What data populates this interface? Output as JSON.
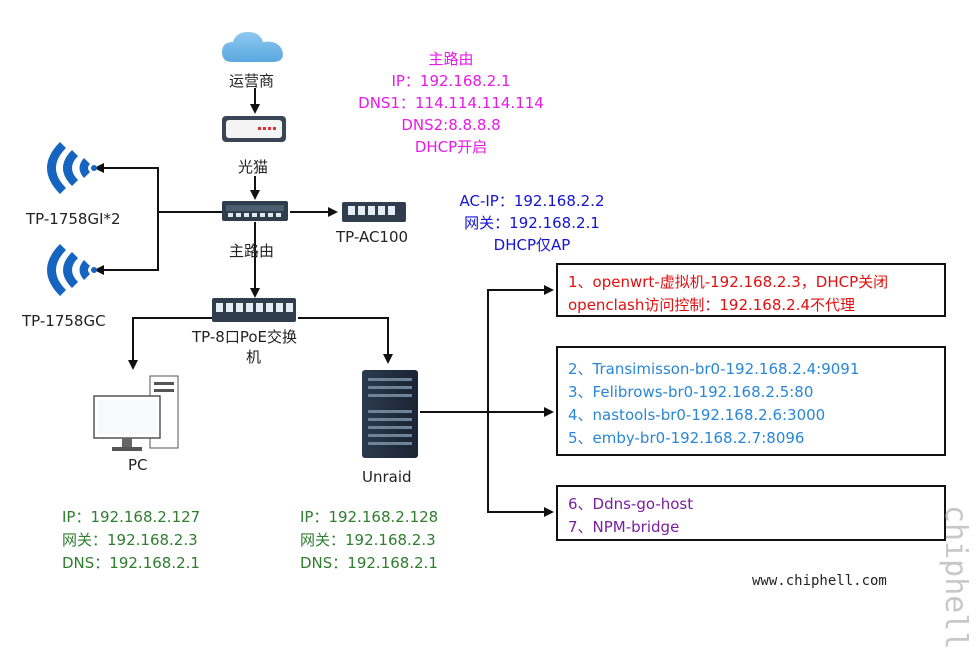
{
  "isp": {
    "label": "运营商"
  },
  "modem": {
    "label": "光猫"
  },
  "main_router": {
    "label": "主路由"
  },
  "ap_left_top": {
    "label": "TP-1758GI*2"
  },
  "ap_left_bottom": {
    "label": "TP-1758GC"
  },
  "ac": {
    "label": "TP-AC100"
  },
  "switch": {
    "label_line1": "TP-8口PoE交换",
    "label_line2": "机"
  },
  "pc": {
    "label": "PC"
  },
  "unraid": {
    "label": "Unraid"
  },
  "router_info": {
    "color": "#e81ae8",
    "lines": [
      "主路由",
      "IP：192.168.2.1",
      "DNS1：114.114.114.114",
      "DNS2:8.8.8.8",
      "DHCP开启"
    ]
  },
  "ac_info": {
    "color": "#1414d2",
    "lines": [
      "AC-IP：192.168.2.2",
      "网关：192.168.2.1",
      "DHCP仅AP"
    ]
  },
  "pc_info": {
    "color": "#2f7d2f",
    "lines": [
      "IP：192.168.2.127",
      "网关：192.168.2.3",
      "DNS：192.168.2.1"
    ]
  },
  "unraid_info": {
    "color": "#2f7d2f",
    "lines": [
      "IP：192.168.2.128",
      "网关：192.168.2.3",
      "DNS：192.168.2.1"
    ]
  },
  "box1": {
    "color": "#e01010",
    "lines": [
      "1、openwrt-虚拟机-192.168.2.3，DHCP关闭",
      "openclash访问控制：192.168.2.4不代理"
    ]
  },
  "box2": {
    "color": "#2a86d6",
    "lines": [
      "2、Transimisson-br0-192.168.2.4:9091",
      "3、Felibrows-br0-192.168.2.5:80",
      "4、nastools-br0-192.168.2.6:3000",
      "5、emby-br0-192.168.2.7:8096"
    ]
  },
  "box3": {
    "color": "#7a1fa0",
    "lines": [
      "6、Ddns-go-host",
      "7、NPM-bridge"
    ]
  },
  "watermark": {
    "logo": "chiphell",
    "url": "www.chiphell.com"
  }
}
